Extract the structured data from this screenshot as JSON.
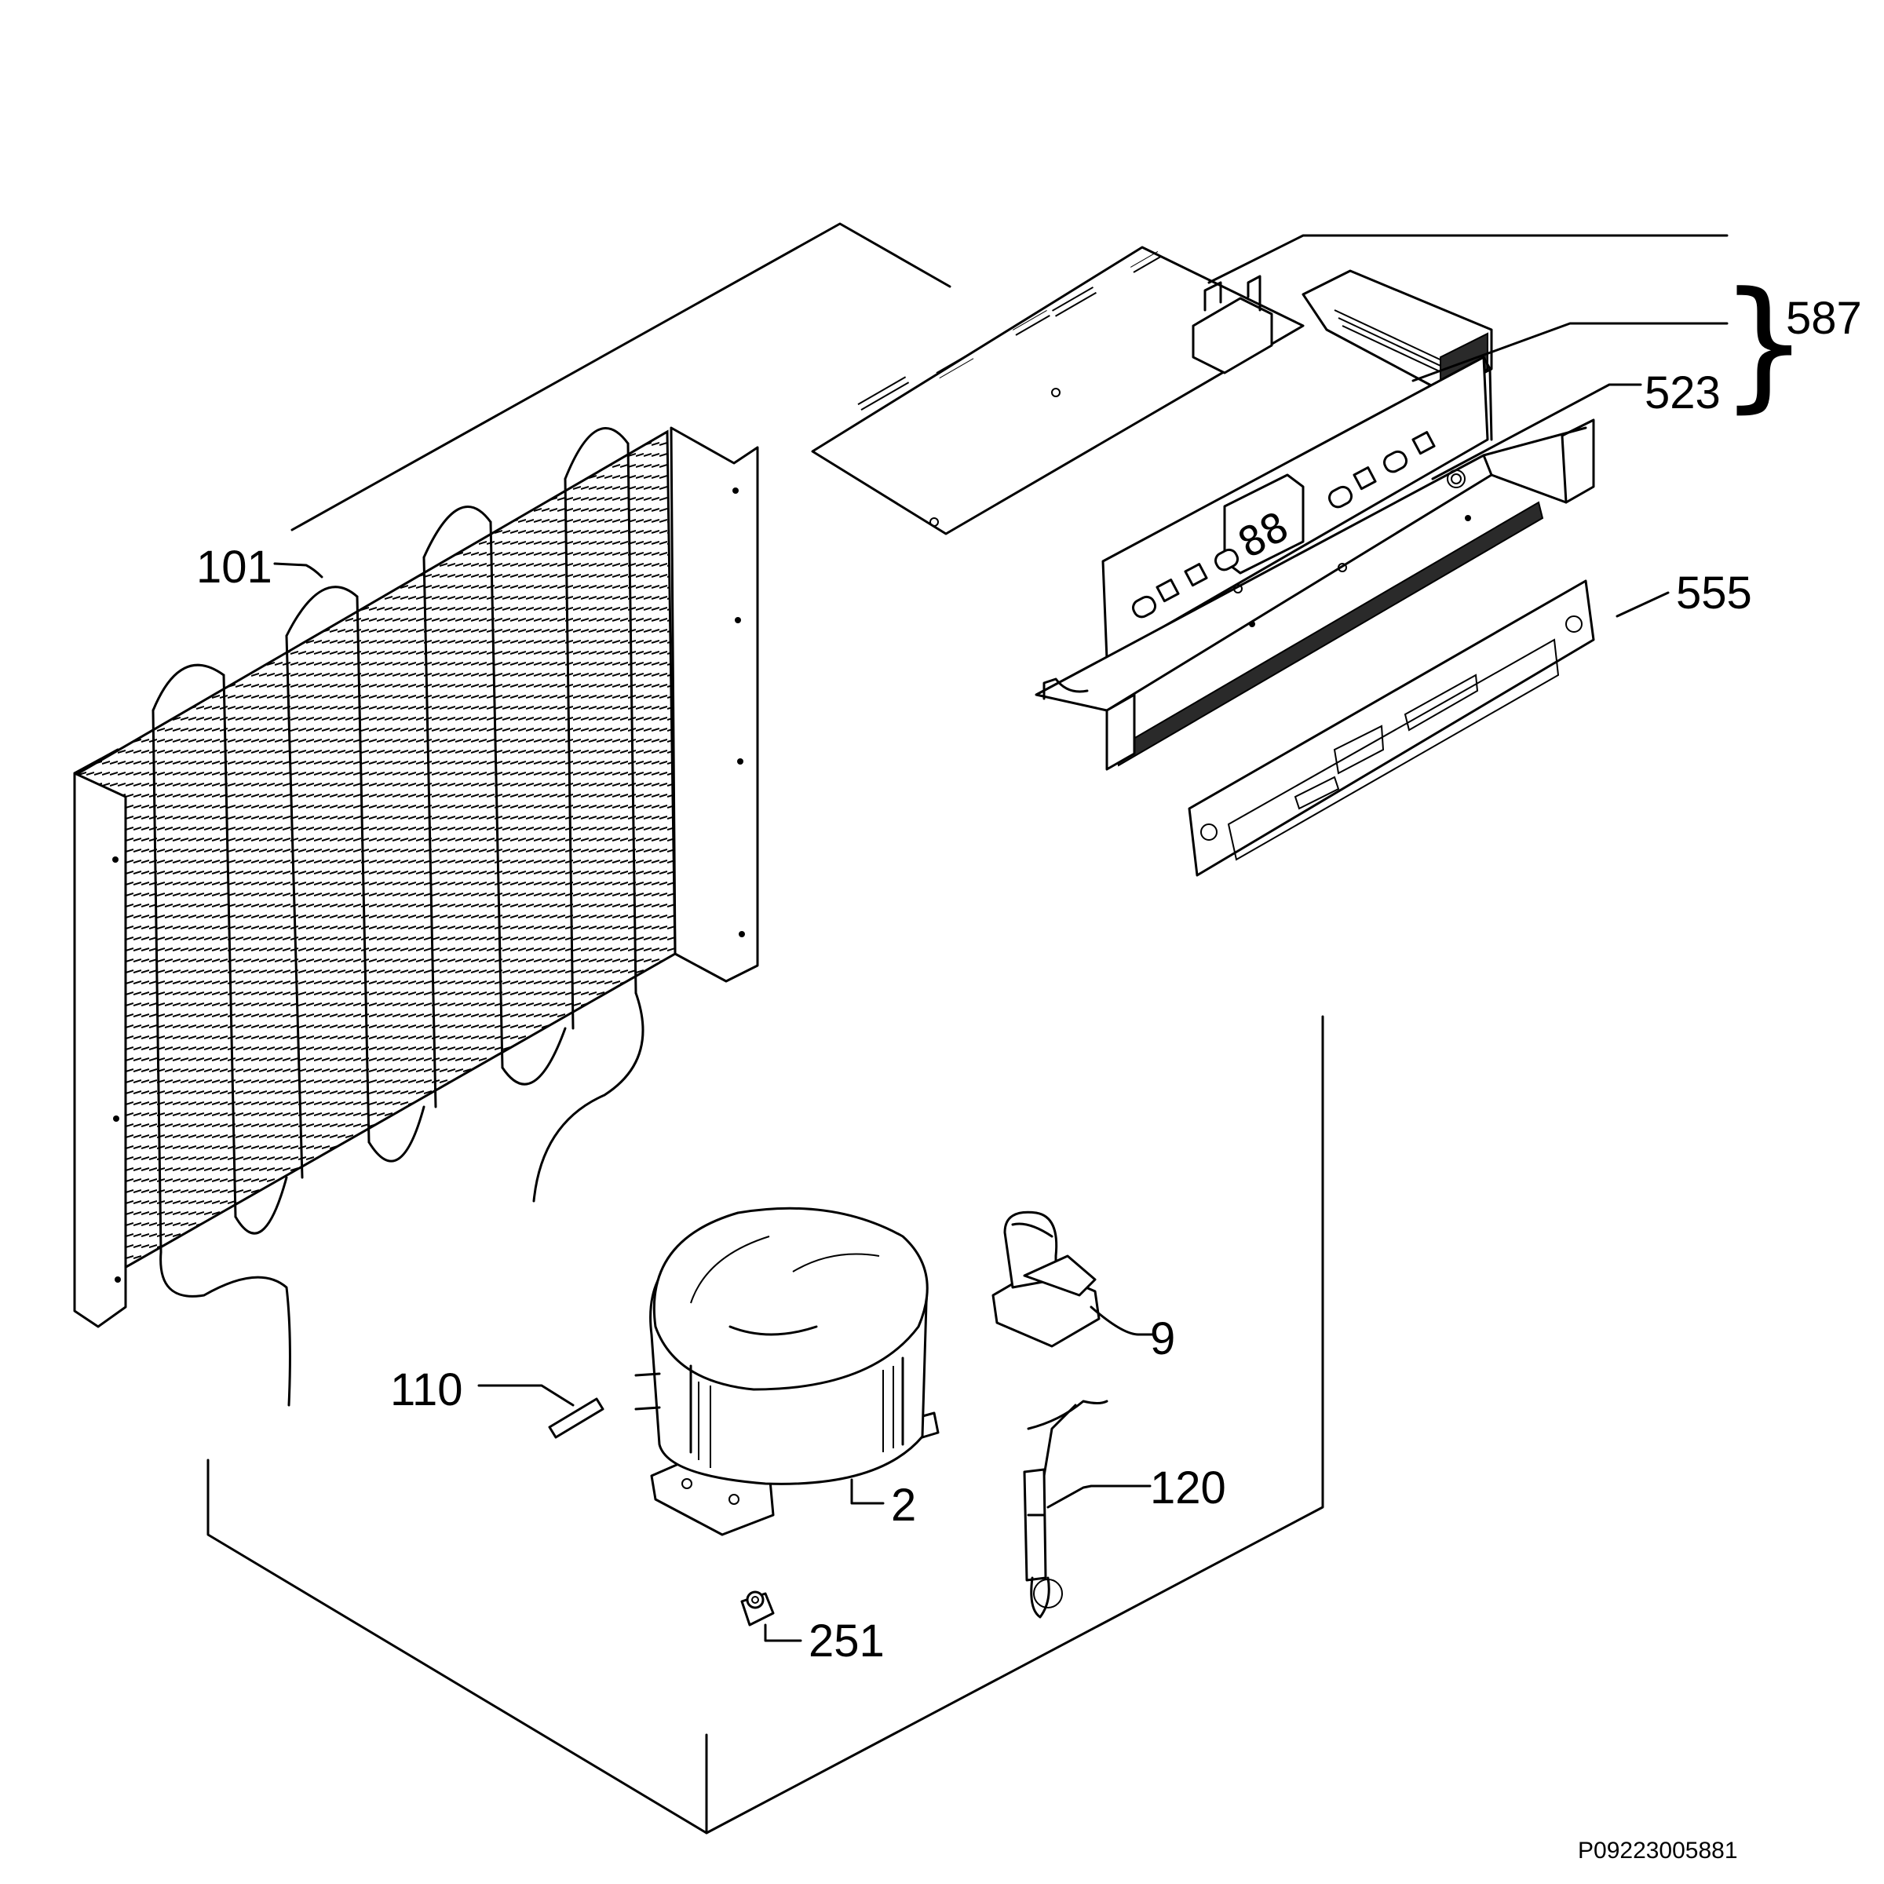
{
  "callouts": {
    "c101": "101",
    "c110": "110",
    "c2": "2",
    "c9": "9",
    "c120": "120",
    "c251": "251",
    "c555": "555",
    "c523": "523",
    "c587": "587"
  },
  "reference_number": "P09223005881"
}
